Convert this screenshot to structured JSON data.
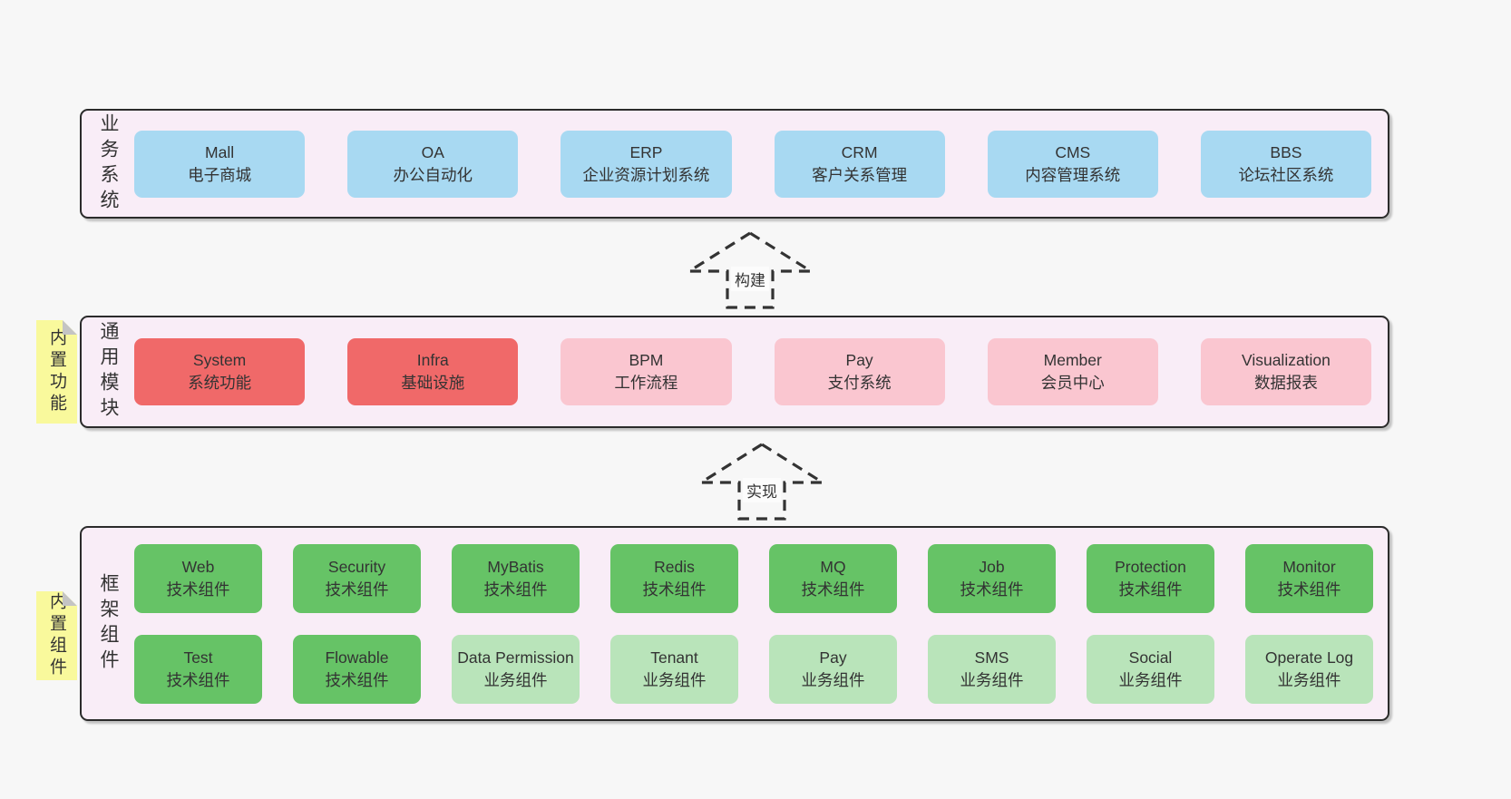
{
  "colors": {
    "page_bg": "#f7f7f7",
    "container_bg": "#f9edf7",
    "container_border": "#2b2b2b",
    "blue_box": "#a8d9f2",
    "red_box": "#f06969",
    "pink_box": "#fac6d0",
    "green_dark_box": "#66c366",
    "green_light_box": "#b9e4ba",
    "sticky_yellow": "#f9f99c",
    "text": "#333333"
  },
  "arrows": {
    "build": "构建",
    "implement": "实现"
  },
  "sections": {
    "business": {
      "label": "业务系统",
      "boxes": [
        {
          "title": "Mall",
          "subtitle": "电子商城"
        },
        {
          "title": "OA",
          "subtitle": "办公自动化"
        },
        {
          "title": "ERP",
          "subtitle": "企业资源计划系统"
        },
        {
          "title": "CRM",
          "subtitle": "客户关系管理"
        },
        {
          "title": "CMS",
          "subtitle": "内容管理系统"
        },
        {
          "title": "BBS",
          "subtitle": "论坛社区系统"
        }
      ]
    },
    "modules": {
      "label": "通用模块",
      "sticky": "内置功能",
      "boxes": [
        {
          "title": "System",
          "subtitle": "系统功能"
        },
        {
          "title": "Infra",
          "subtitle": "基础设施"
        },
        {
          "title": "BPM",
          "subtitle": "工作流程"
        },
        {
          "title": "Pay",
          "subtitle": "支付系统"
        },
        {
          "title": "Member",
          "subtitle": "会员中心"
        },
        {
          "title": "Visualization",
          "subtitle": "数据报表"
        }
      ]
    },
    "framework": {
      "label": "框架组件",
      "sticky": "内置组件",
      "rows": [
        [
          {
            "title": "Web",
            "subtitle": "技术组件"
          },
          {
            "title": "Security",
            "subtitle": "技术组件"
          },
          {
            "title": "MyBatis",
            "subtitle": "技术组件"
          },
          {
            "title": "Redis",
            "subtitle": "技术组件"
          },
          {
            "title": "MQ",
            "subtitle": "技术组件"
          },
          {
            "title": "Job",
            "subtitle": "技术组件"
          },
          {
            "title": "Protection",
            "subtitle": "技术组件"
          },
          {
            "title": "Monitor",
            "subtitle": "技术组件"
          }
        ],
        [
          {
            "title": "Test",
            "subtitle": "技术组件"
          },
          {
            "title": "Flowable",
            "subtitle": "技术组件"
          },
          {
            "title": "Data Permission",
            "subtitle": "业务组件"
          },
          {
            "title": "Tenant",
            "subtitle": "业务组件"
          },
          {
            "title": "Pay",
            "subtitle": "业务组件"
          },
          {
            "title": "SMS",
            "subtitle": "业务组件"
          },
          {
            "title": "Social",
            "subtitle": "业务组件"
          },
          {
            "title": "Operate Log",
            "subtitle": "业务组件"
          }
        ]
      ]
    }
  }
}
